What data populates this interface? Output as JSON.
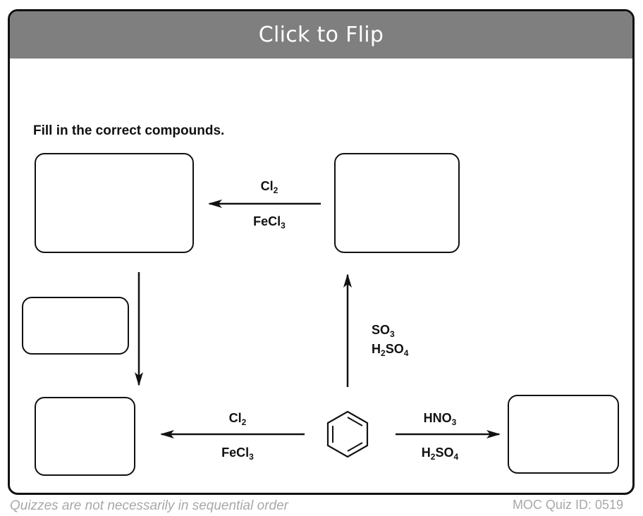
{
  "flip_button": {
    "label": "Click to Flip"
  },
  "instruction": "Fill in the correct compounds.",
  "reagents": {
    "top_arrow": {
      "line1_base": "Cl",
      "line1_sub": "2",
      "line2_base": "FeCl",
      "line2_sub": "3"
    },
    "vertical_arrow": {
      "line1_base": "SO",
      "line1_sub": "3",
      "line2_pre": "H",
      "line2_sub1": "2",
      "line2_mid": "SO",
      "line2_sub2": "4"
    },
    "bottom_left_arrow": {
      "line1_base": "Cl",
      "line1_sub": "2",
      "line2_base": "FeCl",
      "line2_sub": "3"
    },
    "bottom_right_arrow": {
      "line1_base": "HNO",
      "line1_sub": "3",
      "line2_pre": "H",
      "line2_sub1": "2",
      "line2_mid": "SO",
      "line2_sub2": "4"
    }
  },
  "starting_material": {
    "icon": "benzene-ring-icon"
  },
  "footer": {
    "note": "Quizzes are not necessarily in sequential order",
    "quiz_id": "MOC Quiz ID: 0519"
  },
  "colors": {
    "flip_bar": "#7f7f7f",
    "footer_text": "#a8a8a8",
    "ink": "#111111"
  }
}
